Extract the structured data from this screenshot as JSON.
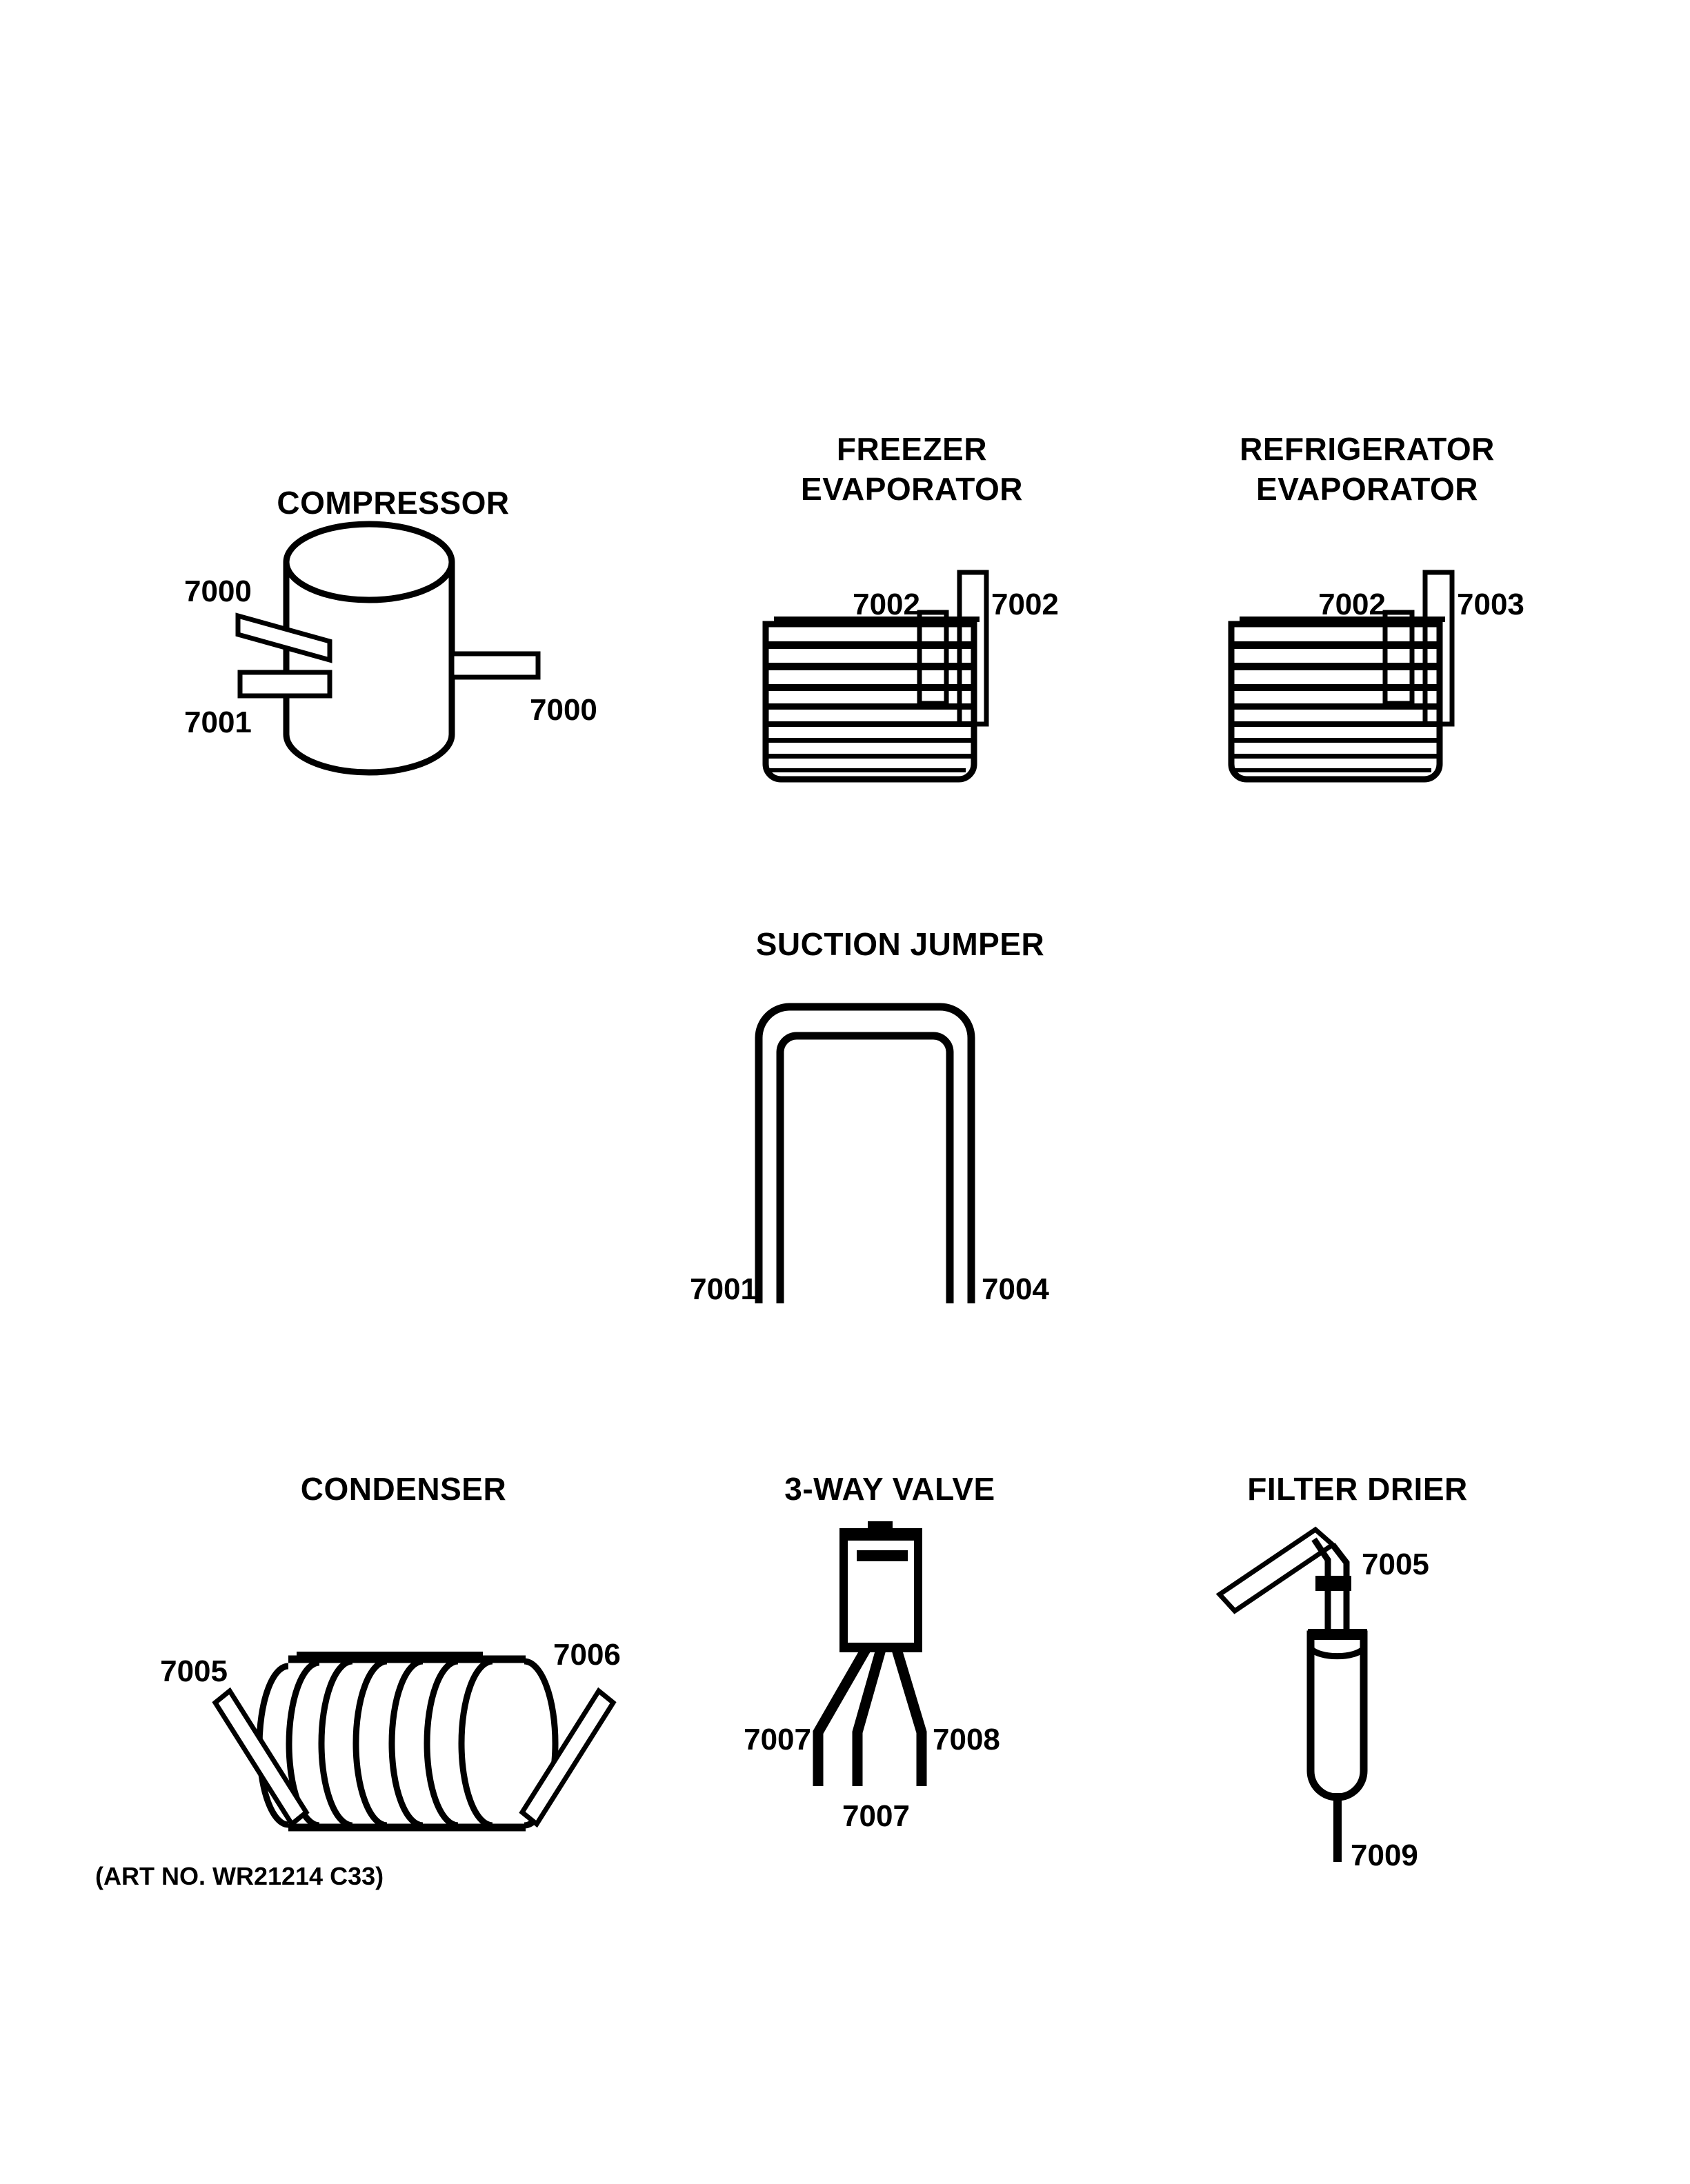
{
  "document": {
    "art_number_note": "(ART NO. WR21214 C33)",
    "background_color": "#ffffff",
    "ink_color": "#000000"
  },
  "parts": [
    {
      "id": "compressor",
      "title": "COMPRESSOR",
      "callouts": [
        {
          "id": "compressor-7000-left",
          "text": "7000"
        },
        {
          "id": "compressor-7001",
          "text": "7001"
        },
        {
          "id": "compressor-7000-right",
          "text": "7000"
        }
      ]
    },
    {
      "id": "freezer-evaporator",
      "title_line1": "FREEZER",
      "title_line2": "EVAPORATOR",
      "callouts": [
        {
          "id": "freezer-evaporator-7002-left",
          "text": "7002"
        },
        {
          "id": "freezer-evaporator-7002-right",
          "text": "7002"
        }
      ]
    },
    {
      "id": "refrigerator-evaporator",
      "title_line1": "REFRIGERATOR",
      "title_line2": "EVAPORATOR",
      "callouts": [
        {
          "id": "refrigerator-evaporator-7002",
          "text": "7002"
        },
        {
          "id": "refrigerator-evaporator-7003",
          "text": "7003"
        }
      ]
    },
    {
      "id": "suction-jumper",
      "title": "SUCTION JUMPER",
      "callouts": [
        {
          "id": "suction-jumper-7001",
          "text": "7001"
        },
        {
          "id": "suction-jumper-7004",
          "text": "7004"
        }
      ]
    },
    {
      "id": "condenser",
      "title": "CONDENSER",
      "callouts": [
        {
          "id": "condenser-7005",
          "text": "7005"
        },
        {
          "id": "condenser-7006",
          "text": "7006"
        }
      ]
    },
    {
      "id": "three-way-valve",
      "title": "3-WAY VALVE",
      "callouts": [
        {
          "id": "three-way-valve-7007-left",
          "text": "7007"
        },
        {
          "id": "three-way-valve-7007-center",
          "text": "7007"
        },
        {
          "id": "three-way-valve-7008",
          "text": "7008"
        }
      ]
    },
    {
      "id": "filter-drier",
      "title": "FILTER DRIER",
      "callouts": [
        {
          "id": "filter-drier-7005",
          "text": "7005"
        },
        {
          "id": "filter-drier-7009",
          "text": "7009"
        }
      ]
    }
  ]
}
